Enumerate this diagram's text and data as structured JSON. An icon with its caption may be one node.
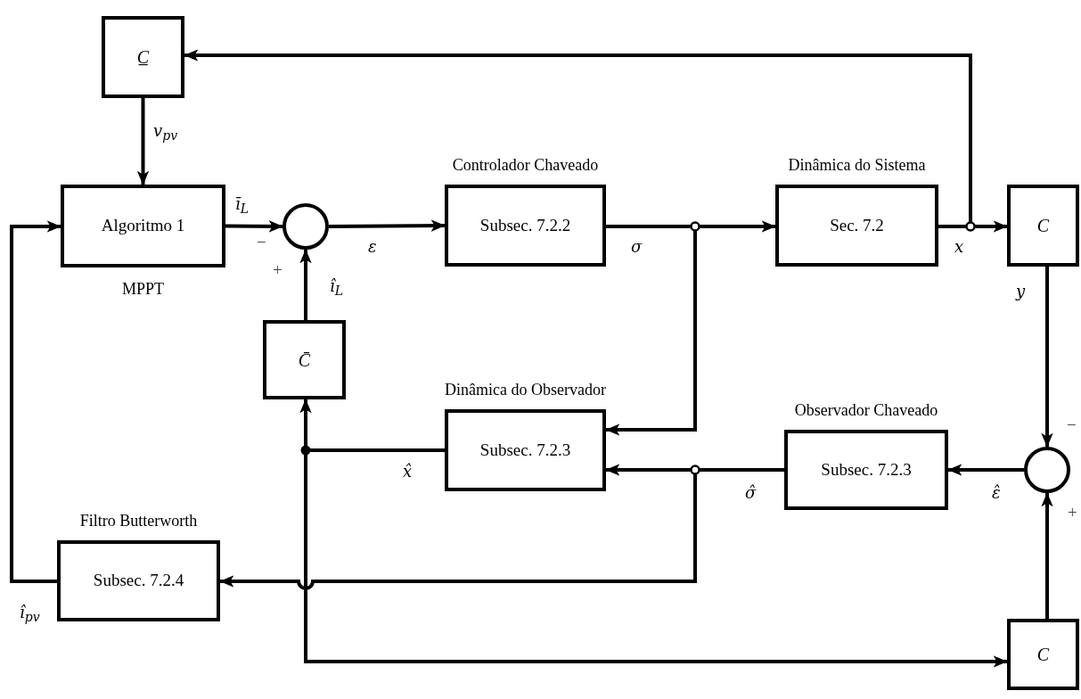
{
  "diagram": {
    "nodes": [
      {
        "text": [
          "C̲"
        ]
      },
      {
        "text": [
          "Algoritmo 1"
        ],
        "beside": [
          "MPPT"
        ]
      },
      {
        "text": [],
        "shape": "circle"
      },
      {
        "text": [
          "Controlador Chaveado",
          "Subsec. 7.2.2"
        ]
      },
      {
        "text": [
          "Dinâmica do Sistema",
          "Sec. 7.2"
        ]
      },
      {
        "text": [
          "C"
        ]
      },
      {
        "text": [
          "C̄"
        ]
      },
      {
        "text": [
          "Dinâmica do Observador",
          "Subsec. 7.2.3"
        ]
      },
      {
        "text": [
          "Observador Chaveado",
          "Subsec. 7.2.3"
        ]
      },
      {
        "text": [],
        "shape": "circle"
      },
      {
        "text": [
          "Filtro Butterworth",
          "Subsec. 7.2.4"
        ]
      },
      {
        "text": [
          "C"
        ]
      }
    ],
    "edges": [
      {
        "from": 0,
        "to": 1,
        "arrow": "to",
        "label": "v$_{pv}$"
      },
      {
        "from": 1,
        "to": 2,
        "arrow": "to",
        "label": "ī$_{L}$"
      },
      {
        "from": 2,
        "to": 3,
        "arrow": "to",
        "label": "ε"
      },
      {
        "from": 3,
        "to": 4,
        "arrow": "to",
        "label": "σ"
      },
      {
        "from": 3,
        "to": 7,
        "arrow": "to"
      },
      {
        "from": 4,
        "to": 5,
        "arrow": "to",
        "label": "x"
      },
      {
        "from": 4,
        "to": 0,
        "arrow": "to"
      },
      {
        "from": 6,
        "to": 2,
        "arrow": "to",
        "label": "î$_{L}$"
      },
      {
        "from": 7,
        "to": 6,
        "arrow": "to",
        "label": "x̂"
      },
      {
        "from": 7,
        "to": 11,
        "arrow": "to"
      },
      {
        "from": 5,
        "to": 9,
        "arrow": "to",
        "label": "y"
      },
      {
        "from": 11,
        "to": 9,
        "arrow": "to"
      },
      {
        "from": 9,
        "to": 8,
        "arrow": "to",
        "label": "ε̂"
      },
      {
        "from": 8,
        "to": 7,
        "arrow": "to",
        "label": "σ̂"
      },
      {
        "from": 8,
        "to": 10,
        "arrow": "to"
      },
      {
        "from": 10,
        "to": 1,
        "arrow": "to",
        "label": "î$_{pv}$"
      }
    ],
    "labels": [
      "−",
      "+",
      "−",
      "+"
    ]
  }
}
